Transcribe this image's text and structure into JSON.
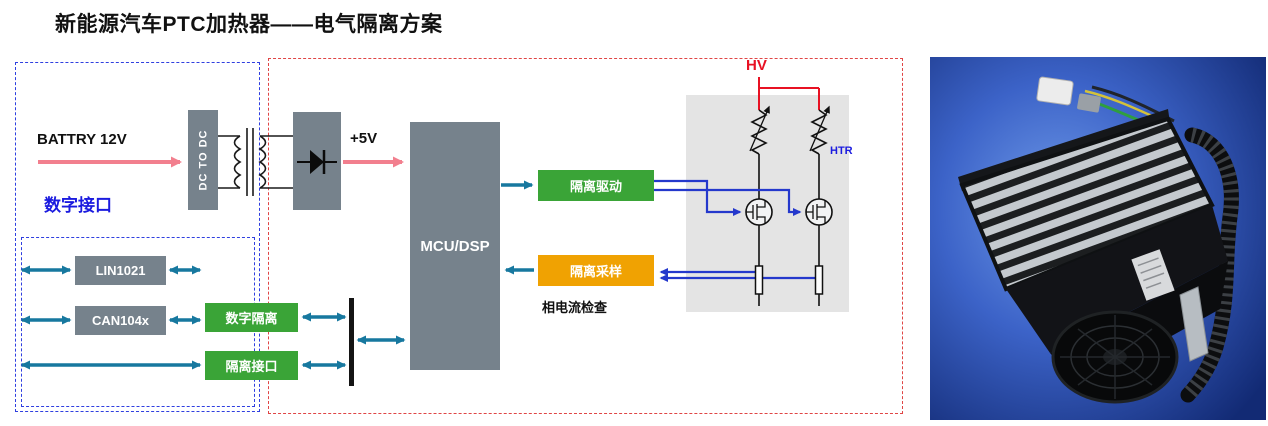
{
  "title": "新能源汽车PTC加热器——电气隔离方案",
  "power_chain": {
    "battery": "BATTRY 12V",
    "dc_to_dc": "DC TO DC",
    "rail_5v": "+5V"
  },
  "digital_interface": {
    "heading": "数字接口",
    "lin": "LIN1021",
    "can": "CAN104x",
    "digital_isolation": "数字隔离",
    "isolation_interface": "隔离接口"
  },
  "core": {
    "mcu": "MCU/DSP"
  },
  "hv_section": {
    "iso_drive": "隔离驱动",
    "iso_sample": "隔离采样",
    "phase_current_note": "相电流检查",
    "hv": "HV",
    "htr": "HTR"
  },
  "colors": {
    "block_gray": "#76828c",
    "block_green": "#3aa437",
    "block_orange": "#f0a202",
    "teal_arrow": "#17789f",
    "pink_arrow": "#f27f8e",
    "blue_wire": "#2438cc",
    "hv_red": "#e81123",
    "blue_text": "#1b1bdf",
    "blue_dashed_border": "#2f3fe0",
    "red_dashed_border": "#e04545",
    "hv_panel_gray": "#e4e4e4"
  }
}
